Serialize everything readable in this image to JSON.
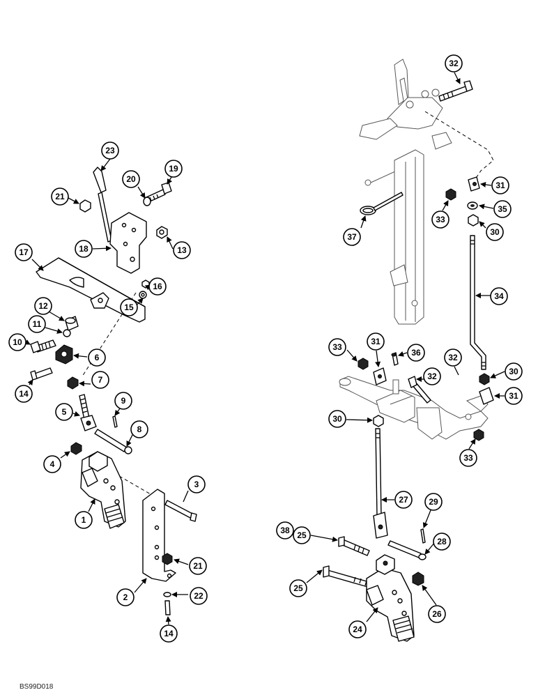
{
  "callouts": [
    {
      "id": "c23a",
      "label": "23"
    },
    {
      "id": "c20a",
      "label": "20"
    },
    {
      "id": "c19a",
      "label": "19"
    },
    {
      "id": "c21a",
      "label": "21"
    },
    {
      "id": "c18a",
      "label": "18"
    },
    {
      "id": "c13a",
      "label": "13"
    },
    {
      "id": "c17a",
      "label": "17"
    },
    {
      "id": "c16a",
      "label": "16"
    },
    {
      "id": "c15a",
      "label": "15"
    },
    {
      "id": "c12a",
      "label": "12"
    },
    {
      "id": "c11a",
      "label": "11"
    },
    {
      "id": "c10a",
      "label": "10"
    },
    {
      "id": "c6a",
      "label": "6"
    },
    {
      "id": "c14a",
      "label": "14"
    },
    {
      "id": "c7a",
      "label": "7"
    },
    {
      "id": "c9a",
      "label": "9"
    },
    {
      "id": "c5a",
      "label": "5"
    },
    {
      "id": "c8a",
      "label": "8"
    },
    {
      "id": "c4a",
      "label": "4"
    },
    {
      "id": "c3a",
      "label": "3"
    },
    {
      "id": "c1a",
      "label": "1"
    },
    {
      "id": "c21b",
      "label": "21"
    },
    {
      "id": "c2a",
      "label": "2"
    },
    {
      "id": "c22a",
      "label": "22"
    },
    {
      "id": "c14b",
      "label": "14"
    },
    {
      "id": "c32a",
      "label": "32"
    },
    {
      "id": "c31a",
      "label": "31"
    },
    {
      "id": "c33a",
      "label": "33"
    },
    {
      "id": "c35a",
      "label": "35"
    },
    {
      "id": "c30a",
      "label": "30"
    },
    {
      "id": "c37a",
      "label": "37"
    },
    {
      "id": "c34a",
      "label": "34"
    },
    {
      "id": "c33b",
      "label": "33"
    },
    {
      "id": "c31b",
      "label": "31"
    },
    {
      "id": "c36a",
      "label": "36"
    },
    {
      "id": "c32b",
      "label": "32"
    },
    {
      "id": "c32c",
      "label": "32"
    },
    {
      "id": "c30b",
      "label": "30"
    },
    {
      "id": "c31c",
      "label": "31"
    },
    {
      "id": "c30c",
      "label": "30"
    },
    {
      "id": "c33c",
      "label": "33"
    },
    {
      "id": "c27a",
      "label": "27"
    },
    {
      "id": "c29a",
      "label": "29"
    },
    {
      "id": "c38a",
      "label": "38"
    },
    {
      "id": "c25a",
      "label": "25"
    },
    {
      "id": "c28a",
      "label": "28"
    },
    {
      "id": "c25b",
      "label": "25"
    },
    {
      "id": "c26a",
      "label": "26"
    },
    {
      "id": "c24a",
      "label": "24"
    }
  ],
  "figure_code": "BS99D018"
}
